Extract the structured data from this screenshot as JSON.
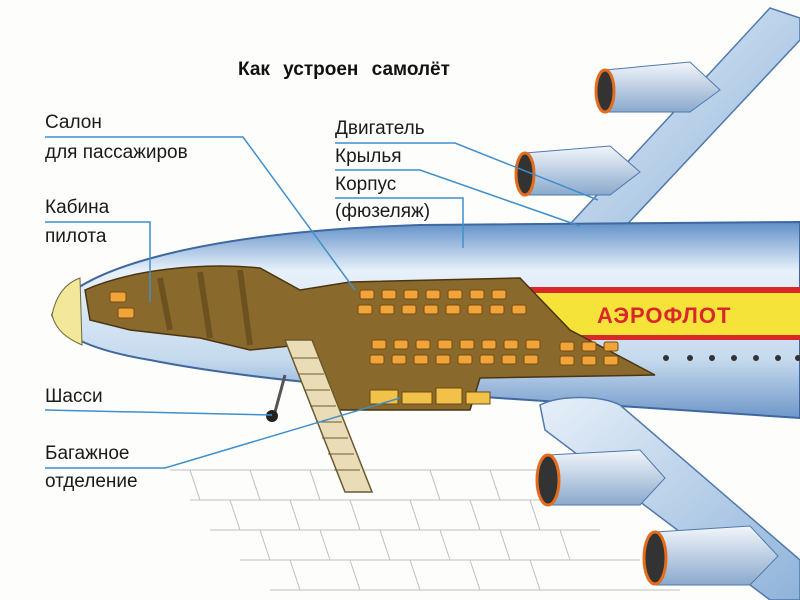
{
  "title": "Как устроен самолёт",
  "labels": {
    "salon_1": "Салон",
    "salon_2": "для пассажиров",
    "cabin_1": "Кабина",
    "cabin_2": "пилота",
    "engine": "Двигатель",
    "wings": "Крылья",
    "body_1": "Корпус",
    "body_2": "(фюзеляж)",
    "gear": "Шасси",
    "baggage_1": "Багажное",
    "baggage_2": "отделение"
  },
  "airline_livery": "АЭРОФЛОТ",
  "colors": {
    "leader_line": "#3f8fcb",
    "fuselage": "#c9dcef",
    "stripe_red": "#d8282a",
    "stripe_yellow": "#f6e33a",
    "interior": "#8a6a2c",
    "seats": "#f0a43a"
  }
}
